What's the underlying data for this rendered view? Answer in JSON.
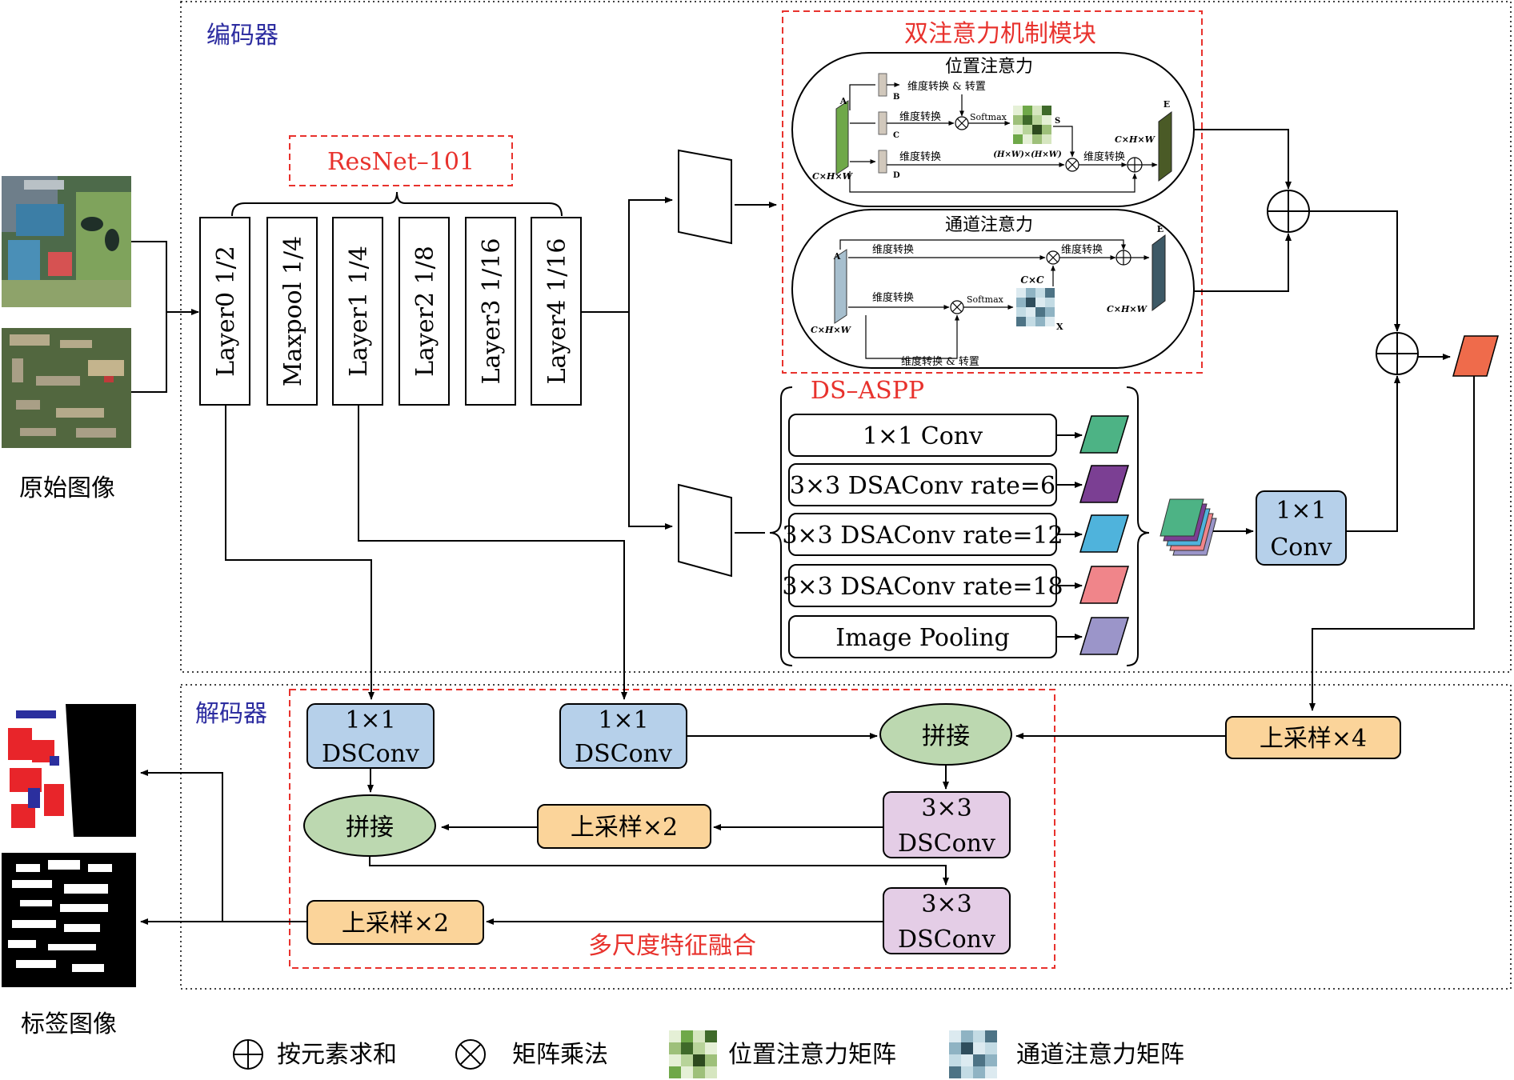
{
  "labels": {
    "encoder": "编码器",
    "decoder": "解码器",
    "original_image": "原始图像",
    "label_image": "标签图像",
    "resnet": "ResNet–101",
    "layers": [
      "Layer0 1/2",
      "Maxpool 1/4",
      "Layer1 1/4",
      "Layer2 1/8",
      "Layer3 1/16",
      "Layer4 1/16"
    ],
    "dual_attention": "双注意力机制模块",
    "position_attention": "位置注意力",
    "channel_attention": "通道注意力",
    "dsaspp": "DS–ASPP",
    "aspp_branches": [
      "1×1 Conv",
      "3×3 DSAConv rate=6",
      "3×3 DSAConv rate=12",
      "3×3 DSAConv rate=18",
      "Image Pooling"
    ],
    "conv1x1_top": "1×1",
    "conv1x1_bottom": "Conv",
    "upsample4": "上采样×4",
    "upsample2": "上采样×2",
    "concat": "拼接",
    "dsconv1x1_top": "1×1",
    "dsconv3x3_top": "3×3",
    "dsconv_bottom": "DSConv",
    "multiscale_fusion": "多尺度特征融合",
    "pa": {
      "reshape_transpose": "维度转换 & 转置",
      "reshape": "维度转换",
      "softmax": "Softmax",
      "a": "A",
      "b": "B",
      "c": "C",
      "d": "D",
      "e": "E",
      "s": "S",
      "chw": "C×H×W",
      "hwhw": "(H×W)×(H×W)"
    },
    "ca": {
      "reshape": "维度转换",
      "reshape_transpose": "维度转换 & 转置",
      "softmax": "Softmax",
      "a": "A",
      "e": "E",
      "x": "X",
      "chw": "C×H×W",
      "cc": "C×C"
    }
  },
  "legend": {
    "sum": "按元素求和",
    "matmul": "矩阵乘法",
    "position_matrix": "位置注意力矩阵",
    "channel_matrix": "通道注意力矩阵"
  },
  "colors": {
    "red_dashed": "#e8322d",
    "blue_label": "#2c2ca0",
    "box_blue": "#b6d0ea",
    "box_orange": "#fbd49a",
    "box_purple": "#e4cde6",
    "ellipse_green": "#bcd8b0",
    "aspp_green": "#4db385",
    "aspp_purple": "#7b3f93",
    "aspp_blue": "#4fb3dc",
    "aspp_pink": "#f0858a",
    "aspp_lavender": "#9b95c9",
    "output_orange": "#ef6b4b"
  },
  "icons": [
    "satellite-image",
    "building-mask-image",
    "element-sum-icon",
    "matrix-multiply-icon",
    "position-matrix-icon",
    "channel-matrix-icon"
  ]
}
